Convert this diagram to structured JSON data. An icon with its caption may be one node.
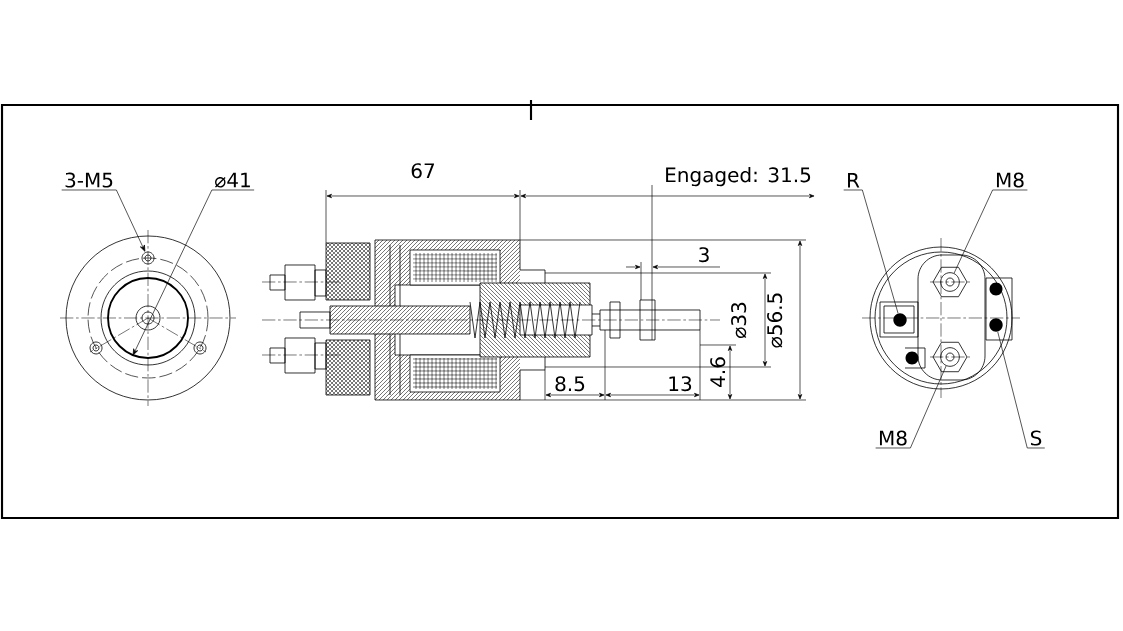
{
  "diagram": {
    "nodes": [
      {
        "text": [
          "3-M5"
        ]
      },
      {
        "text": [
          "⌀41"
        ]
      },
      {
        "text": [
          "R"
        ]
      },
      {
        "text": [
          "M8"
        ]
      },
      {
        "text": [
          "M8"
        ]
      },
      {
        "text": [
          "S"
        ]
      },
      {
        "text": [],
        "shape": "circle"
      },
      {
        "text": [],
        "shape": "circle"
      },
      {
        "text": [],
        "shape": "circle"
      },
      {
        "text": [],
        "shape": "circle"
      },
      {
        "text": [],
        "shape": "circle"
      },
      {
        "text": [],
        "shape": "circle"
      }
    ],
    "edges": [
      {
        "from": 0,
        "to": 6,
        "arrow": "to"
      },
      {
        "from": 1,
        "to": 7,
        "arrow": "to"
      },
      {
        "from": 2,
        "to": 8,
        "arrow": "none"
      },
      {
        "from": 3,
        "to": 9,
        "arrow": "none"
      },
      {
        "from": 4,
        "to": 10,
        "arrow": "none"
      },
      {
        "from": 5,
        "to": 11,
        "arrow": "none"
      }
    ],
    "labels": [
      "67",
      "Engaged: 31.5",
      "3",
      "⌀33",
      "⌀56.5",
      "8.5",
      "13",
      "4.6"
    ]
  }
}
